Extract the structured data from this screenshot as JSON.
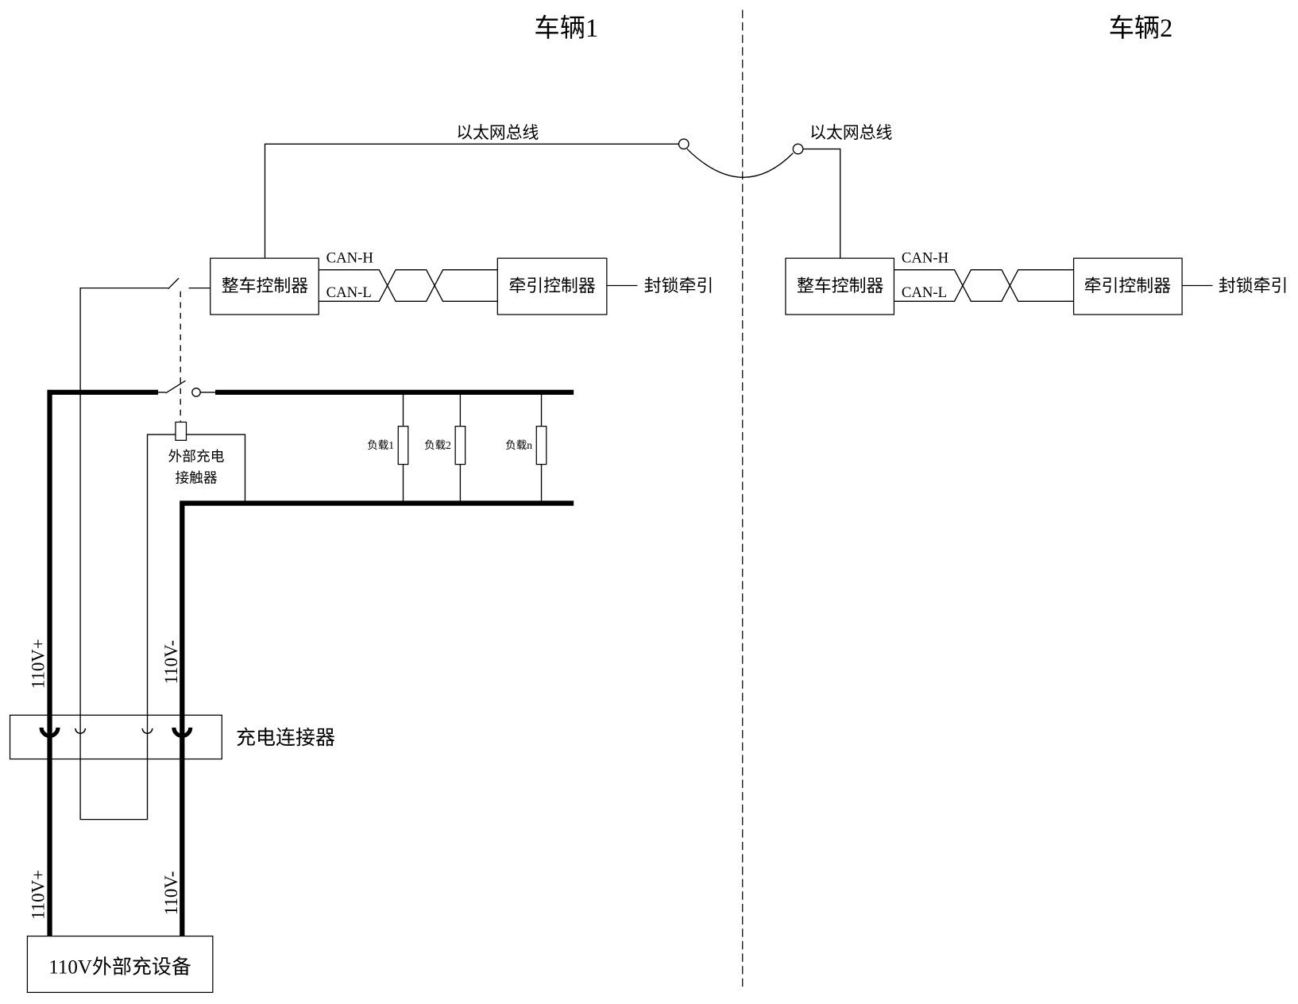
{
  "vehicles": [
    {
      "title": "车辆1",
      "ethernet_label": "以太网总线",
      "vcu_label": "整车控制器",
      "can_h": "CAN-H",
      "can_l": "CAN-L",
      "tcu_label": "牵引控制器",
      "output_label": "封锁牵引"
    },
    {
      "title": "车辆2",
      "ethernet_label": "以太网总线",
      "vcu_label": "整车控制器",
      "can_h": "CAN-H",
      "can_l": "CAN-L",
      "tcu_label": "牵引控制器",
      "output_label": "封锁牵引"
    }
  ],
  "power_circuit": {
    "positive_label": "110V+",
    "negative_label": "110V-",
    "contactor_label": [
      "外部充电",
      "接触器"
    ],
    "loads": [
      "负载1",
      "负载2",
      "负载n"
    ],
    "connector_label": "充电连接器",
    "charger_label": "110V外部充设备"
  }
}
